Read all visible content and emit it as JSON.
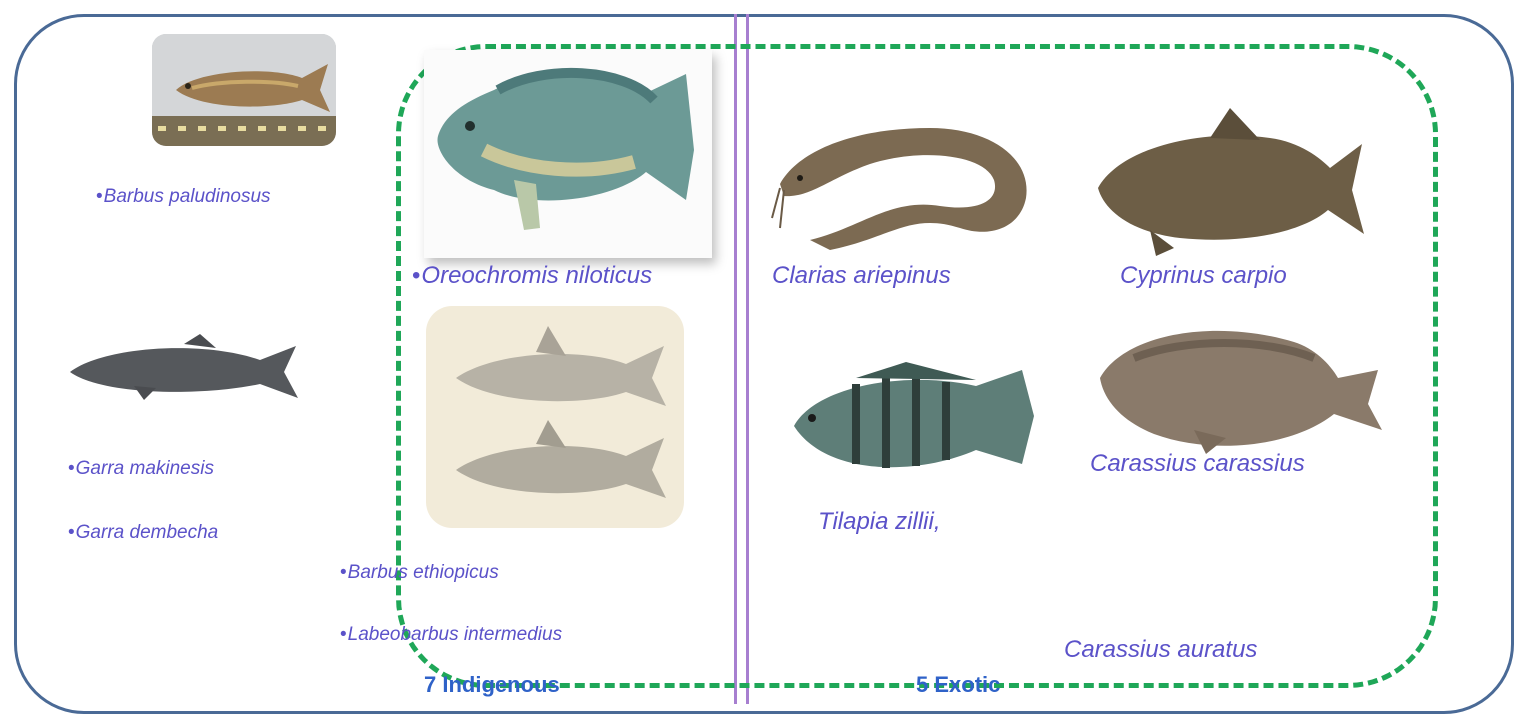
{
  "groups": {
    "indigenous": {
      "title": "7 Indigenous"
    },
    "exotic": {
      "title": "5 Exotic"
    }
  },
  "species": {
    "barbus_paludinosus": "Barbus paludinosus",
    "oreochromis_niloticus": "Oreochromis niloticus",
    "garra_makinesis": "Garra makinesis",
    "garra_dembecha": "Garra dembecha",
    "barbus_ethiopicus": "Barbus ethiopicus",
    "labeobarbus_intermedius": "Labeobarbus intermedius",
    "clarias_gariepinus": "Clarias ariepinus",
    "cyprinus_carpio": "Cyprinus carpio",
    "tilapia_zillii": "Tilapia zillii,",
    "carassius_carassius": "Carassius  carassius",
    "carassius_auratus": "Carassius auratus"
  },
  "colors": {
    "frame_border": "#4a6a96",
    "divider": "#a77fd0",
    "dashed_group": "#1fa758",
    "label_text": "#5b52c9",
    "group_title": "#2f62c8"
  },
  "icons": {
    "barbus_paludinosus": "fish-photo",
    "oreochromis_niloticus": "fish-photo",
    "garra": "fish-photo",
    "barbus_illustration": "fish-photo",
    "clarias": "catfish-photo",
    "cyprinus": "fish-photo",
    "tilapia": "fish-photo",
    "carassius": "fish-photo"
  }
}
